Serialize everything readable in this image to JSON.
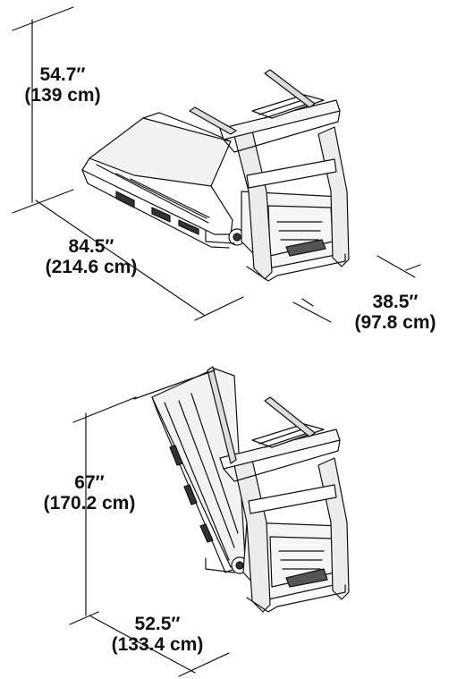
{
  "folded_up": {
    "height": {
      "imperial": "54.7″",
      "metric": "(139 cm)"
    },
    "length": {
      "imperial": "84.5″",
      "metric": "(214.6 cm)"
    },
    "width": {
      "imperial": "38.5″",
      "metric": "(97.8 cm)"
    }
  },
  "folded_stored": {
    "height": {
      "imperial": "67″",
      "metric": "(170.2 cm)"
    },
    "length": {
      "imperial": "52.5″",
      "metric": "(133.4 cm)"
    }
  },
  "colors": {
    "line": "#111111",
    "background": "#ffffff"
  }
}
